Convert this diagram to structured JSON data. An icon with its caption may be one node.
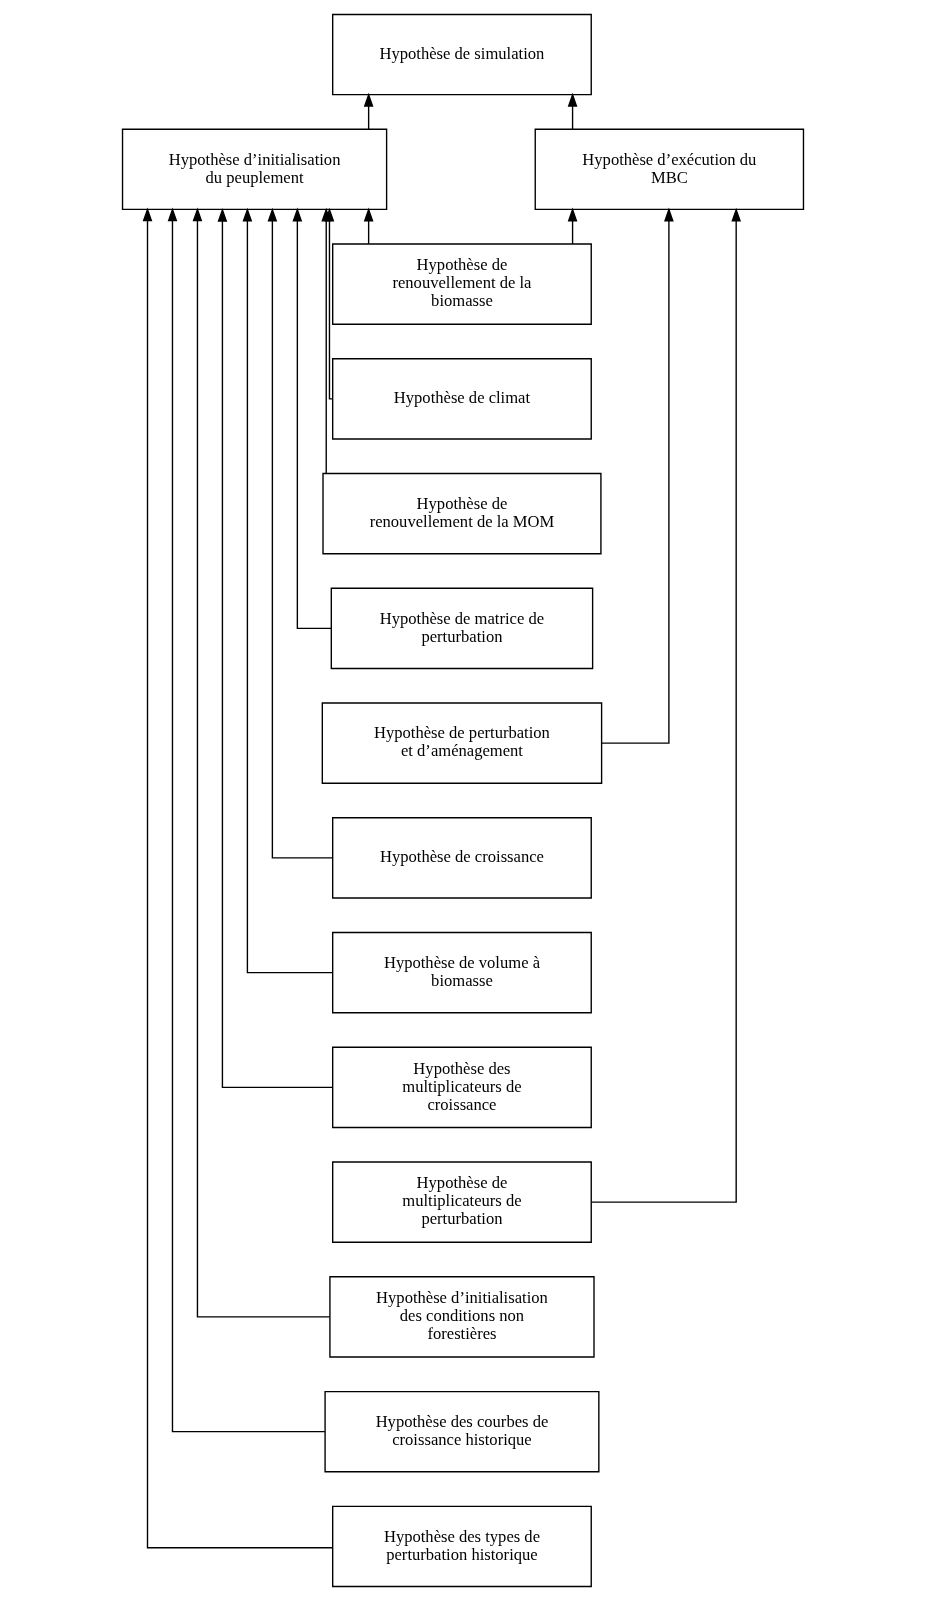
{
  "diagram": {
    "nodes": [
      {
        "text": [
          "Hypothèse de simulation"
        ]
      },
      {
        "text": [
          "Hypothèse d’initialisation du peuplement"
        ]
      },
      {
        "text": [
          "Hypothèse d’exécution du MBC"
        ]
      },
      {
        "text": [
          "Hypothèse de renouvellement de la biomasse"
        ]
      },
      {
        "text": [
          "Hypothèse de climat"
        ]
      },
      {
        "text": [
          "Hypothèse de renouvellement de la MOM"
        ]
      },
      {
        "text": [
          "Hypothèse de matrice de perturbation"
        ]
      },
      {
        "text": [
          "Hypothèse de perturbation et d’aménagement"
        ]
      },
      {
        "text": [
          "Hypothèse de croissance"
        ]
      },
      {
        "text": [
          "Hypothèse de volume à biomasse"
        ]
      },
      {
        "text": [
          "Hypothèse des multiplicateurs de croissance"
        ]
      },
      {
        "text": [
          "Hypothèse de multiplicateurs de perturbation"
        ]
      },
      {
        "text": [
          "Hypothèse d’initialisation des conditions non forestières"
        ]
      },
      {
        "text": [
          "Hypothèse des courbes de croissance historique"
        ]
      },
      {
        "text": [
          "Hypothèse des types de perturbation historique"
        ]
      }
    ],
    "edges": [
      {
        "from": 1,
        "to": 0,
        "arrow": "to"
      },
      {
        "from": 2,
        "to": 0,
        "arrow": "to"
      },
      {
        "from": 3,
        "to": 1,
        "arrow": "to"
      },
      {
        "from": 3,
        "to": 2,
        "arrow": "to"
      },
      {
        "from": 4,
        "to": 1,
        "arrow": "to"
      },
      {
        "from": 5,
        "to": 1,
        "arrow": "to"
      },
      {
        "from": 6,
        "to": 1,
        "arrow": "to"
      },
      {
        "from": 7,
        "to": 2,
        "arrow": "to"
      },
      {
        "from": 8,
        "to": 1,
        "arrow": "to"
      },
      {
        "from": 9,
        "to": 1,
        "arrow": "to"
      },
      {
        "from": 10,
        "to": 1,
        "arrow": "to"
      },
      {
        "from": 11,
        "to": 2,
        "arrow": "to"
      },
      {
        "from": 12,
        "to": 1,
        "arrow": "to"
      },
      {
        "from": 13,
        "to": 1,
        "arrow": "to"
      },
      {
        "from": 14,
        "to": 1,
        "arrow": "to"
      }
    ]
  }
}
